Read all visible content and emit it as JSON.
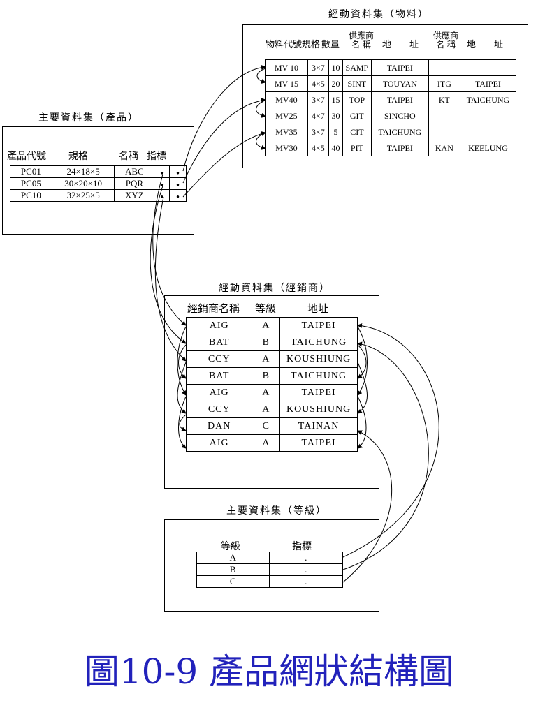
{
  "material": {
    "title": "經動資料集（物料）",
    "headers": {
      "code": "物料代號",
      "spec": "規格",
      "qty": "數量",
      "supplier1_line1": "供應商",
      "supplier1_line2": "名 稱",
      "address1": "地　　址",
      "supplier2_line1": "供應商",
      "supplier2_line2": "名 稱",
      "address2": "地　　址"
    },
    "rows": [
      {
        "code": "MV 10",
        "spec": "3×7",
        "qty": "10",
        "supplier1": "SAMP",
        "address1": "TAIPEI",
        "supplier2": "",
        "address2": ""
      },
      {
        "code": "MV 15",
        "spec": "4×5",
        "qty": "20",
        "supplier1": "SINT",
        "address1": "TOUYAN",
        "supplier2": "ITG",
        "address2": "TAIPEI"
      },
      {
        "code": "MV40",
        "spec": "3×7",
        "qty": "15",
        "supplier1": "TOP",
        "address1": "TAIPEI",
        "supplier2": "KT",
        "address2": "TAICHUNG"
      },
      {
        "code": "MV25",
        "spec": "4×7",
        "qty": "30",
        "supplier1": "GIT",
        "address1": "SINCHO",
        "supplier2": "",
        "address2": ""
      },
      {
        "code": "MV35",
        "spec": "3×7",
        "qty": "5",
        "supplier1": "CIT",
        "address1": "TAICHUNG",
        "supplier2": "",
        "address2": ""
      },
      {
        "code": "MV30",
        "spec": "4×5",
        "qty": "40",
        "supplier1": "PIT",
        "address1": "TAIPEI",
        "supplier2": "KAN",
        "address2": "KEELUNG"
      }
    ]
  },
  "product": {
    "title": "主要資料集（產品）",
    "headers": {
      "code": "產品代號",
      "spec": "規格",
      "name": "名稱",
      "pointer": "指標"
    },
    "rows": [
      {
        "code": "PC01",
        "spec": "24×18×5",
        "name": "ABC"
      },
      {
        "code": "PC05",
        "spec": "30×20×10",
        "name": "PQR"
      },
      {
        "code": "PC10",
        "spec": "32×25×5",
        "name": "XYZ"
      }
    ]
  },
  "distributor": {
    "title": "經動資料集（經銷商）",
    "headers": {
      "name": "經銷商名稱",
      "level": "等級",
      "address": "地址"
    },
    "rows": [
      {
        "name": "AIG",
        "level": "A",
        "address": "TAIPEI"
      },
      {
        "name": "BAT",
        "level": "B",
        "address": "TAICHUNG"
      },
      {
        "name": "CCY",
        "level": "A",
        "address": "KOUSHIUNG"
      },
      {
        "name": "BAT",
        "level": "B",
        "address": "TAICHUNG"
      },
      {
        "name": "AIG",
        "level": "A",
        "address": "TAIPEI"
      },
      {
        "name": "CCY",
        "level": "A",
        "address": "KOUSHIUNG"
      },
      {
        "name": "DAN",
        "level": "C",
        "address": "TAINAN"
      },
      {
        "name": "AIG",
        "level": "A",
        "address": "TAIPEI"
      }
    ]
  },
  "level": {
    "title": "主要資料集（等級）",
    "headers": {
      "level": "等級",
      "pointer": "指標"
    },
    "rows": [
      {
        "level": "A",
        "pointer": "."
      },
      {
        "level": "B",
        "pointer": "."
      },
      {
        "level": "C",
        "pointer": "."
      }
    ]
  },
  "caption": "圖10-9 產品網狀結構圖"
}
